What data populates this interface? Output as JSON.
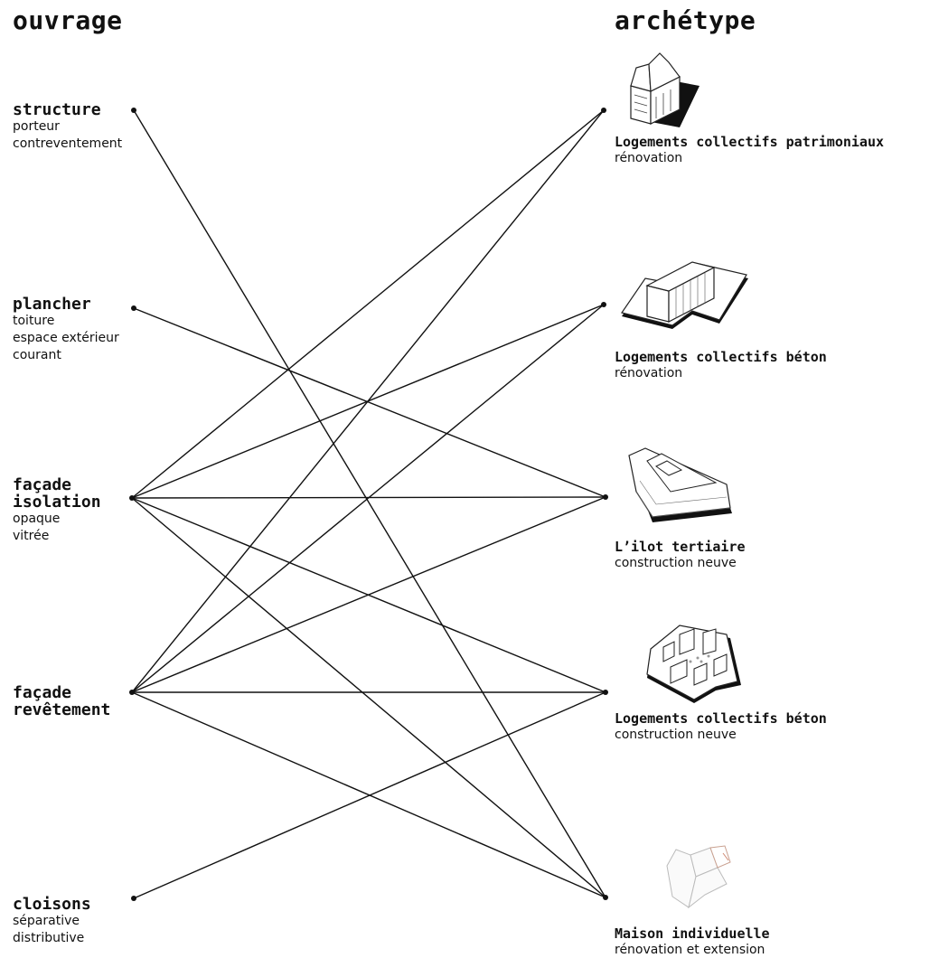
{
  "headers": {
    "left": "ouvrage",
    "right": "archétype"
  },
  "left_nodes": [
    {
      "id": "structure",
      "name": "structure",
      "subs": [
        "porteur",
        "contreventement"
      ]
    },
    {
      "id": "plancher",
      "name": "plancher",
      "subs": [
        "toiture",
        "espace extérieur",
        "courant"
      ]
    },
    {
      "id": "facade-isolation",
      "name": "façade\nisolation",
      "subs": [
        "opaque",
        "vitrée"
      ]
    },
    {
      "id": "facade-revetement",
      "name": "façade\nrevêtement",
      "subs": []
    },
    {
      "id": "cloisons",
      "name": "cloisons",
      "subs": [
        "séparative",
        "distributive"
      ]
    }
  ],
  "right_nodes": [
    {
      "id": "patrimoniaux",
      "name": "Logements collectifs patrimoniaux",
      "sub": "rénovation",
      "icon": "heritage-building-icon"
    },
    {
      "id": "beton-renovation",
      "name": "Logements collectifs béton",
      "sub": "rénovation",
      "icon": "concrete-bar-building-icon"
    },
    {
      "id": "ilot-tertiaire",
      "name": "L’ilot tertiaire",
      "sub": "construction neuve",
      "icon": "office-block-icon"
    },
    {
      "id": "beton-neuf",
      "name": "Logements collectifs béton",
      "sub": "construction neuve",
      "icon": "housing-block-icon"
    },
    {
      "id": "maison",
      "name": "Maison individuelle",
      "sub": "rénovation et extension",
      "icon": "house-extension-icon"
    }
  ],
  "links": [
    [
      "structure",
      "maison"
    ],
    [
      "plancher",
      "ilot-tertiaire"
    ],
    [
      "facade-isolation",
      "patrimoniaux"
    ],
    [
      "facade-isolation",
      "beton-renovation"
    ],
    [
      "facade-isolation",
      "ilot-tertiaire"
    ],
    [
      "facade-isolation",
      "beton-neuf"
    ],
    [
      "facade-isolation",
      "maison"
    ],
    [
      "facade-revetement",
      "patrimoniaux"
    ],
    [
      "facade-revetement",
      "beton-renovation"
    ],
    [
      "facade-revetement",
      "ilot-tertiaire"
    ],
    [
      "facade-revetement",
      "beton-neuf"
    ],
    [
      "facade-revetement",
      "maison"
    ],
    [
      "cloisons",
      "beton-neuf"
    ]
  ]
}
